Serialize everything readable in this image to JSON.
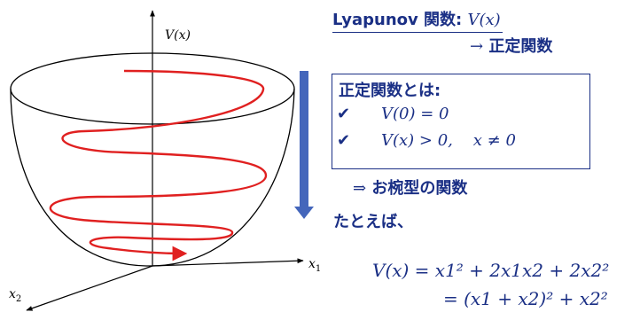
{
  "diagram": {
    "axis_labels": {
      "v": "V(x)",
      "x1": "x1",
      "x2": "x2"
    }
  },
  "panel": {
    "title_prefix": "Lyapunov 関数:",
    "title_math": "V(x)",
    "subtitle_arrow": "→",
    "subtitle": "正定関数",
    "definition_title": "正定関数とは:",
    "conditions": [
      {
        "check": "✔",
        "text": "V(0) = 0"
      },
      {
        "check": "✔",
        "text": "V(x) > 0,    x ≠ 0"
      }
    ],
    "bowl_arrow": "⇒",
    "bowl_text": "お椀型の関数",
    "example_label": "たとえば、",
    "equation_line1": "V(x) = x1² + 2x1x2 + 2x2²",
    "equation_line2": "= (x1 + x2)² + x2²"
  },
  "colors": {
    "accent": "#1a2f85",
    "arrow": "#4466bb",
    "trajectory": "#e02020"
  }
}
